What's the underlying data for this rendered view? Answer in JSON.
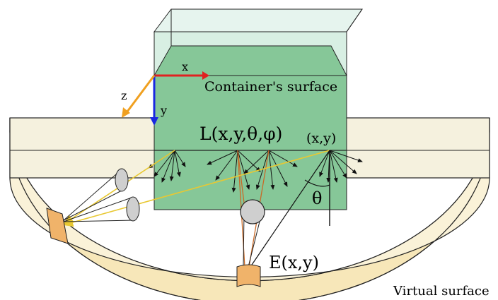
{
  "labels": {
    "axis_x": "x",
    "axis_y": "y",
    "axis_z": "z",
    "container_surface": "Container's surface",
    "radiance": "L(x,y,θ,φ)",
    "point": "(x,y)",
    "theta": "θ",
    "irradiance": "E(x,y)",
    "virtual_surface": "Virtual surface"
  },
  "colors": {
    "container_fill": "#86c798",
    "container_top": "#d4ece0",
    "base_fill": "#f5f1de",
    "ring_fill": "#f7e7b9",
    "ray_yellow": "#e8c832",
    "ray_orange": "#c86a28",
    "detector": "#f0b36a",
    "axis_x": "#e02020",
    "axis_y": "#1a28e0",
    "axis_z": "#f0a020"
  }
}
